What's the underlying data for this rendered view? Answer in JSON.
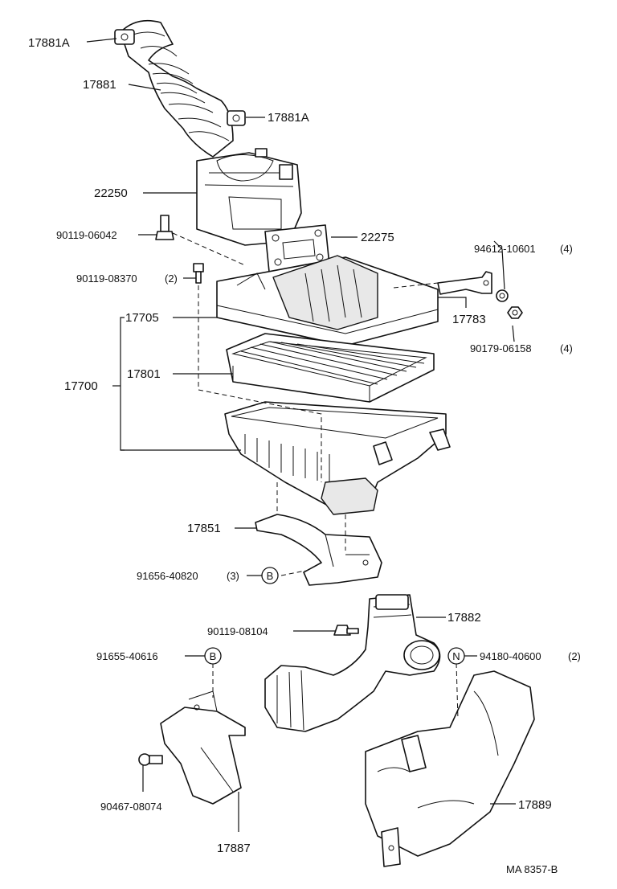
{
  "labels": {
    "p17881A_top": "17881A",
    "p17881": "17881",
    "p17881A_mid": "17881A",
    "p22250": "22250",
    "p90119_06042": "90119-06042",
    "p22275": "22275",
    "p90119_08370": "90119-08370",
    "q90119_08370": "(2)",
    "p94612_10601": "94612-10601",
    "q94612_10601": "(4)",
    "p17705": "17705",
    "p17783": "17783",
    "p90179_06158": "90179-06158",
    "q90179_06158": "(4)",
    "p17700": "17700",
    "p17801": "17801",
    "p17851": "17851",
    "p91656_40820": "91656-40820",
    "q91656_40820": "(3)",
    "p90119_08104": "90119-08104",
    "p17882": "17882",
    "p91655_40616": "91655-40616",
    "p94180_40600": "94180-40600",
    "q94180_40600": "(2)",
    "p90467_08074": "90467-08074",
    "p17889": "17889",
    "p17887": "17887",
    "ref_code": "MA 8357-B"
  },
  "markers": {
    "b_upper": "B",
    "b_lower": "B",
    "n_marker": "N"
  }
}
